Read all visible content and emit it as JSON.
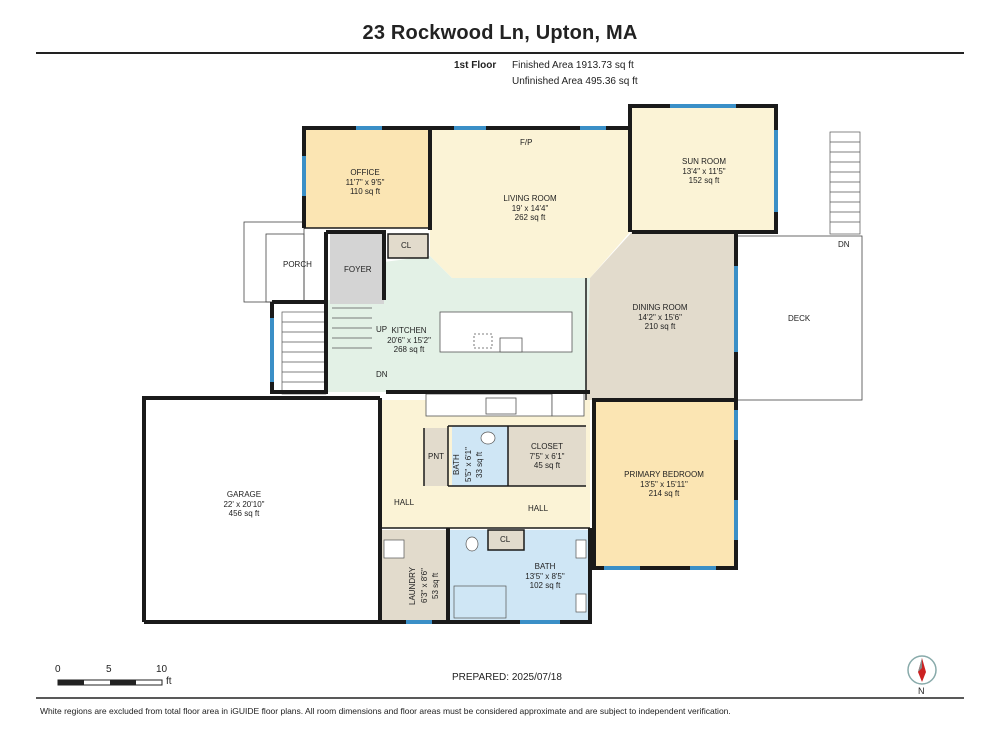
{
  "header": {
    "title": "23 Rockwood Ln, Upton, MA",
    "floor": "1st Floor",
    "finished_area": "Finished Area 1913.73 sq ft",
    "unfinished_area": "Unfinished Area 495.36 sq ft"
  },
  "rooms": {
    "office": {
      "name": "OFFICE",
      "dims": "11'7\" x 9'5\"",
      "area": "110 sq ft"
    },
    "living_room": {
      "name": "LIVING ROOM",
      "dims": "19' x 14'4\"",
      "area": "262 sq ft"
    },
    "sun_room": {
      "name": "SUN ROOM",
      "dims": "13'4\" x 11'5\"",
      "area": "152 sq ft"
    },
    "kitchen": {
      "name": "KITCHEN",
      "dims": "20'6\" x 15'2\"",
      "area": "268 sq ft"
    },
    "dining_room": {
      "name": "DINING ROOM",
      "dims": "14'2\" x 15'6\"",
      "area": "210 sq ft"
    },
    "garage": {
      "name": "GARAGE",
      "dims": "22' x 20'10\"",
      "area": "456 sq ft"
    },
    "bath_small": {
      "name": "BATH",
      "dims": "5'5\" x 6'1\"",
      "area": "33 sq ft"
    },
    "closet": {
      "name": "CLOSET",
      "dims": "7'5\" x 6'1\"",
      "area": "45 sq ft"
    },
    "primary_bedroom": {
      "name": "PRIMARY BEDROOM",
      "dims": "13'5\" x 15'11\"",
      "area": "214 sq ft"
    },
    "laundry": {
      "name": "LAUNDRY",
      "dims": "6'3\" x 8'6\"",
      "area": "53 sq ft"
    },
    "bath_main": {
      "name": "BATH",
      "dims": "13'5\" x 8'5\"",
      "area": "102 sq ft"
    }
  },
  "labels": {
    "fp": "F/P",
    "cl_foyer": "CL",
    "cl_bath": "CL",
    "porch": "PORCH",
    "foyer": "FOYER",
    "up": "UP",
    "dn_stair": "DN",
    "dn_deck": "DN",
    "deck": "DECK",
    "pnt": "PNT",
    "hall_left": "HALL",
    "hall_right": "HALL"
  },
  "scale": {
    "t0": "0",
    "t5": "5",
    "t10": "10",
    "unit": "ft"
  },
  "compass": {
    "north": "N"
  },
  "footer": {
    "prepared": "PREPARED: 2025/07/18",
    "disclaimer": "White regions are excluded from total floor area in iGUIDE floor plans. All room dimensions and floor areas must be considered approximate and are subject to independent verification."
  },
  "colors": {
    "office": "#fbe5b3",
    "living": "#fbf3d6",
    "kitchen": "#e3f1e6",
    "dining": "#e2dbcc",
    "bedroom": "#fbe5b3",
    "bath": "#cfe6f5",
    "closet": "#e2dbcc",
    "foyer": "#d4d4d4",
    "laundry": "#e2dbcc",
    "window": "#3a8fc7",
    "wall": "#1a1a1a"
  }
}
